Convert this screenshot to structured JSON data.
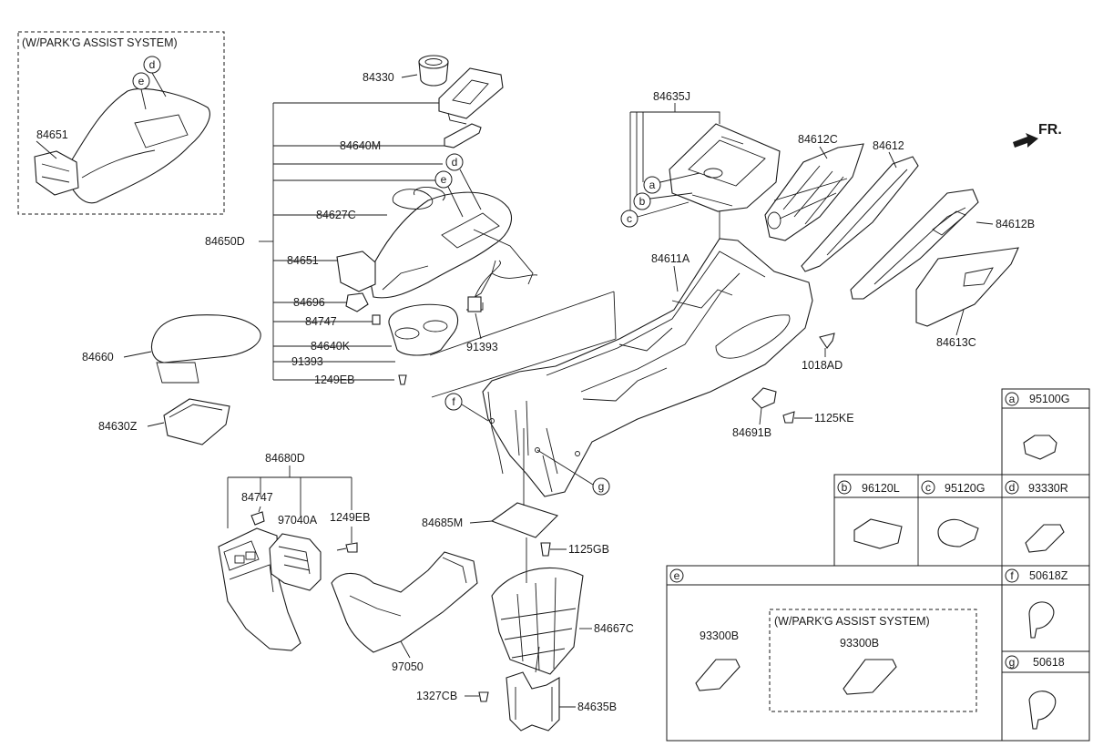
{
  "orientation": {
    "label": "FR."
  },
  "park_assist_notes": {
    "top_left": "(W/PARK'G ASSIST SYSTEM)",
    "legend_e": "(W/PARK'G ASSIST SYSTEM)"
  },
  "part_labels": {
    "p84330": "84330",
    "p84640M": "84640M",
    "p84627C": "84627C",
    "p84650D": "84650D",
    "p84651": "84651",
    "p84651_inset": "84651",
    "p84696": "84696",
    "p84747": "84747",
    "p84640K": "84640K",
    "p91393_a": "91393",
    "p91393_b": "91393",
    "p1249EB": "1249EB",
    "p84660": "84660",
    "p84630Z": "84630Z",
    "p84635J": "84635J",
    "p84612C": "84612C",
    "p84612": "84612",
    "p84612B": "84612B",
    "p84611A": "84611A",
    "p84613C": "84613C",
    "p1018AD": "1018AD",
    "p1125KE": "1125KE",
    "p84691B": "84691B",
    "p84680D": "84680D",
    "p84747_b": "84747",
    "p97040A": "97040A",
    "p1249EB_b": "1249EB",
    "p84685M": "84685M",
    "p1125GB": "1125GB",
    "p84667C": "84667C",
    "p97050": "97050",
    "p1327CB": "1327CB",
    "p84635B": "84635B"
  },
  "callouts": {
    "a": "a",
    "b": "b",
    "c": "c",
    "d": "d",
    "e": "e",
    "f": "f",
    "g": "g"
  },
  "legend": {
    "a": {
      "letter": "a",
      "part": "95100G"
    },
    "b": {
      "letter": "b",
      "part": "96120L"
    },
    "c": {
      "letter": "c",
      "part": "95120G"
    },
    "d": {
      "letter": "d",
      "part": "93330R"
    },
    "e": {
      "letter": "e",
      "part_std": "93300B",
      "part_pas": "93300B"
    },
    "f": {
      "letter": "f",
      "part": "50618Z"
    },
    "g": {
      "letter": "g",
      "part": "50618"
    }
  }
}
